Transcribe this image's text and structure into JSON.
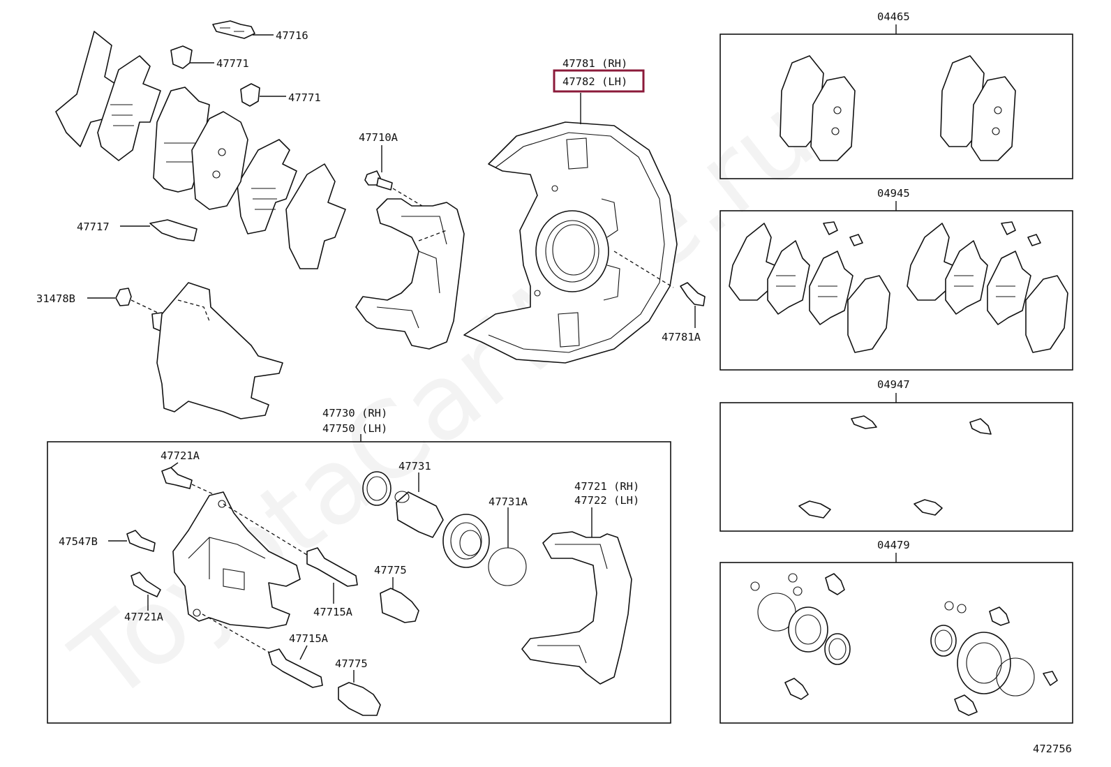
{
  "diagram": {
    "watermark": "ToyotaCarWire.ru",
    "figure_number": "472756",
    "highlighted_part": "47782 (LH)",
    "labels": {
      "p47716": "47716",
      "p47771a": "47771",
      "p47771b": "47771",
      "p47717": "47717",
      "p31478B": "31478B",
      "p47710A": "47710A",
      "p47781rh": "47781 (RH)",
      "p47782lh": "47782 (LH)",
      "p47781A": "47781A",
      "p47730rh": "47730 (RH)",
      "p47750lh": "47750 (LH)",
      "p47721A_top": "47721A",
      "p47547B": "47547B",
      "p47721A_bot": "47721A",
      "p47731": "47731",
      "p47731A": "47731A",
      "p47775a": "47775",
      "p47775b": "47775",
      "p47715A_mid": "47715A",
      "p47715A_bot": "47715A",
      "p47721rh": "47721 (RH)",
      "p47722lh": "47722 (LH)",
      "p04465": "04465",
      "p04945": "04945",
      "p04947": "04947",
      "p04479": "04479"
    }
  }
}
